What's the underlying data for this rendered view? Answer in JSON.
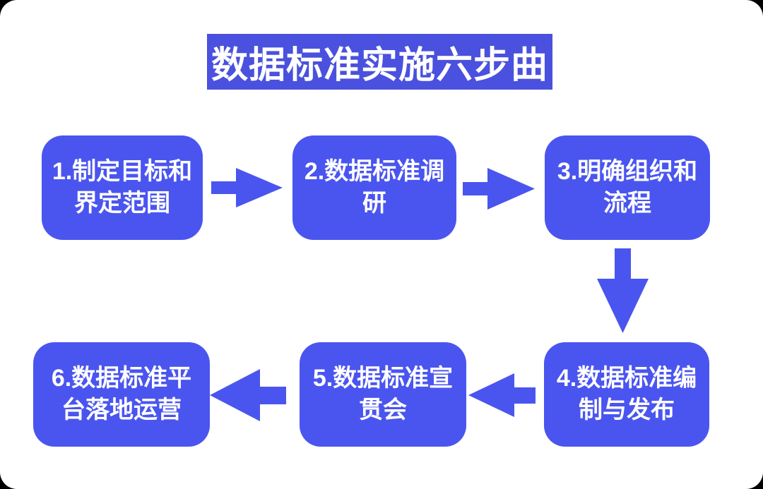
{
  "title": {
    "text": "数据标准实施六步曲"
  },
  "colors": {
    "primary": "#4a55ef",
    "title_bg": "#4a51de",
    "text": "#ffffff",
    "card_bg": "#ffffff",
    "page_bg": "#000000"
  },
  "steps": [
    {
      "number": 1,
      "line1": "1.制定目标和",
      "line2": "界定范围"
    },
    {
      "number": 2,
      "line1": "2.数据标准调",
      "line2": "研"
    },
    {
      "number": 3,
      "line1": "3.明确组织和",
      "line2": "流程"
    },
    {
      "number": 4,
      "line1": "4.数据标准编",
      "line2": "制与发布"
    },
    {
      "number": 5,
      "line1": "5.数据标准宣",
      "line2": "贯会"
    },
    {
      "number": 6,
      "line1": "6.数据标准平",
      "line2": "台落地运营"
    }
  ],
  "arrows": [
    {
      "from": 1,
      "to": 2,
      "direction": "right"
    },
    {
      "from": 2,
      "to": 3,
      "direction": "right"
    },
    {
      "from": 3,
      "to": 4,
      "direction": "down"
    },
    {
      "from": 4,
      "to": 5,
      "direction": "left"
    },
    {
      "from": 5,
      "to": 6,
      "direction": "left"
    }
  ]
}
